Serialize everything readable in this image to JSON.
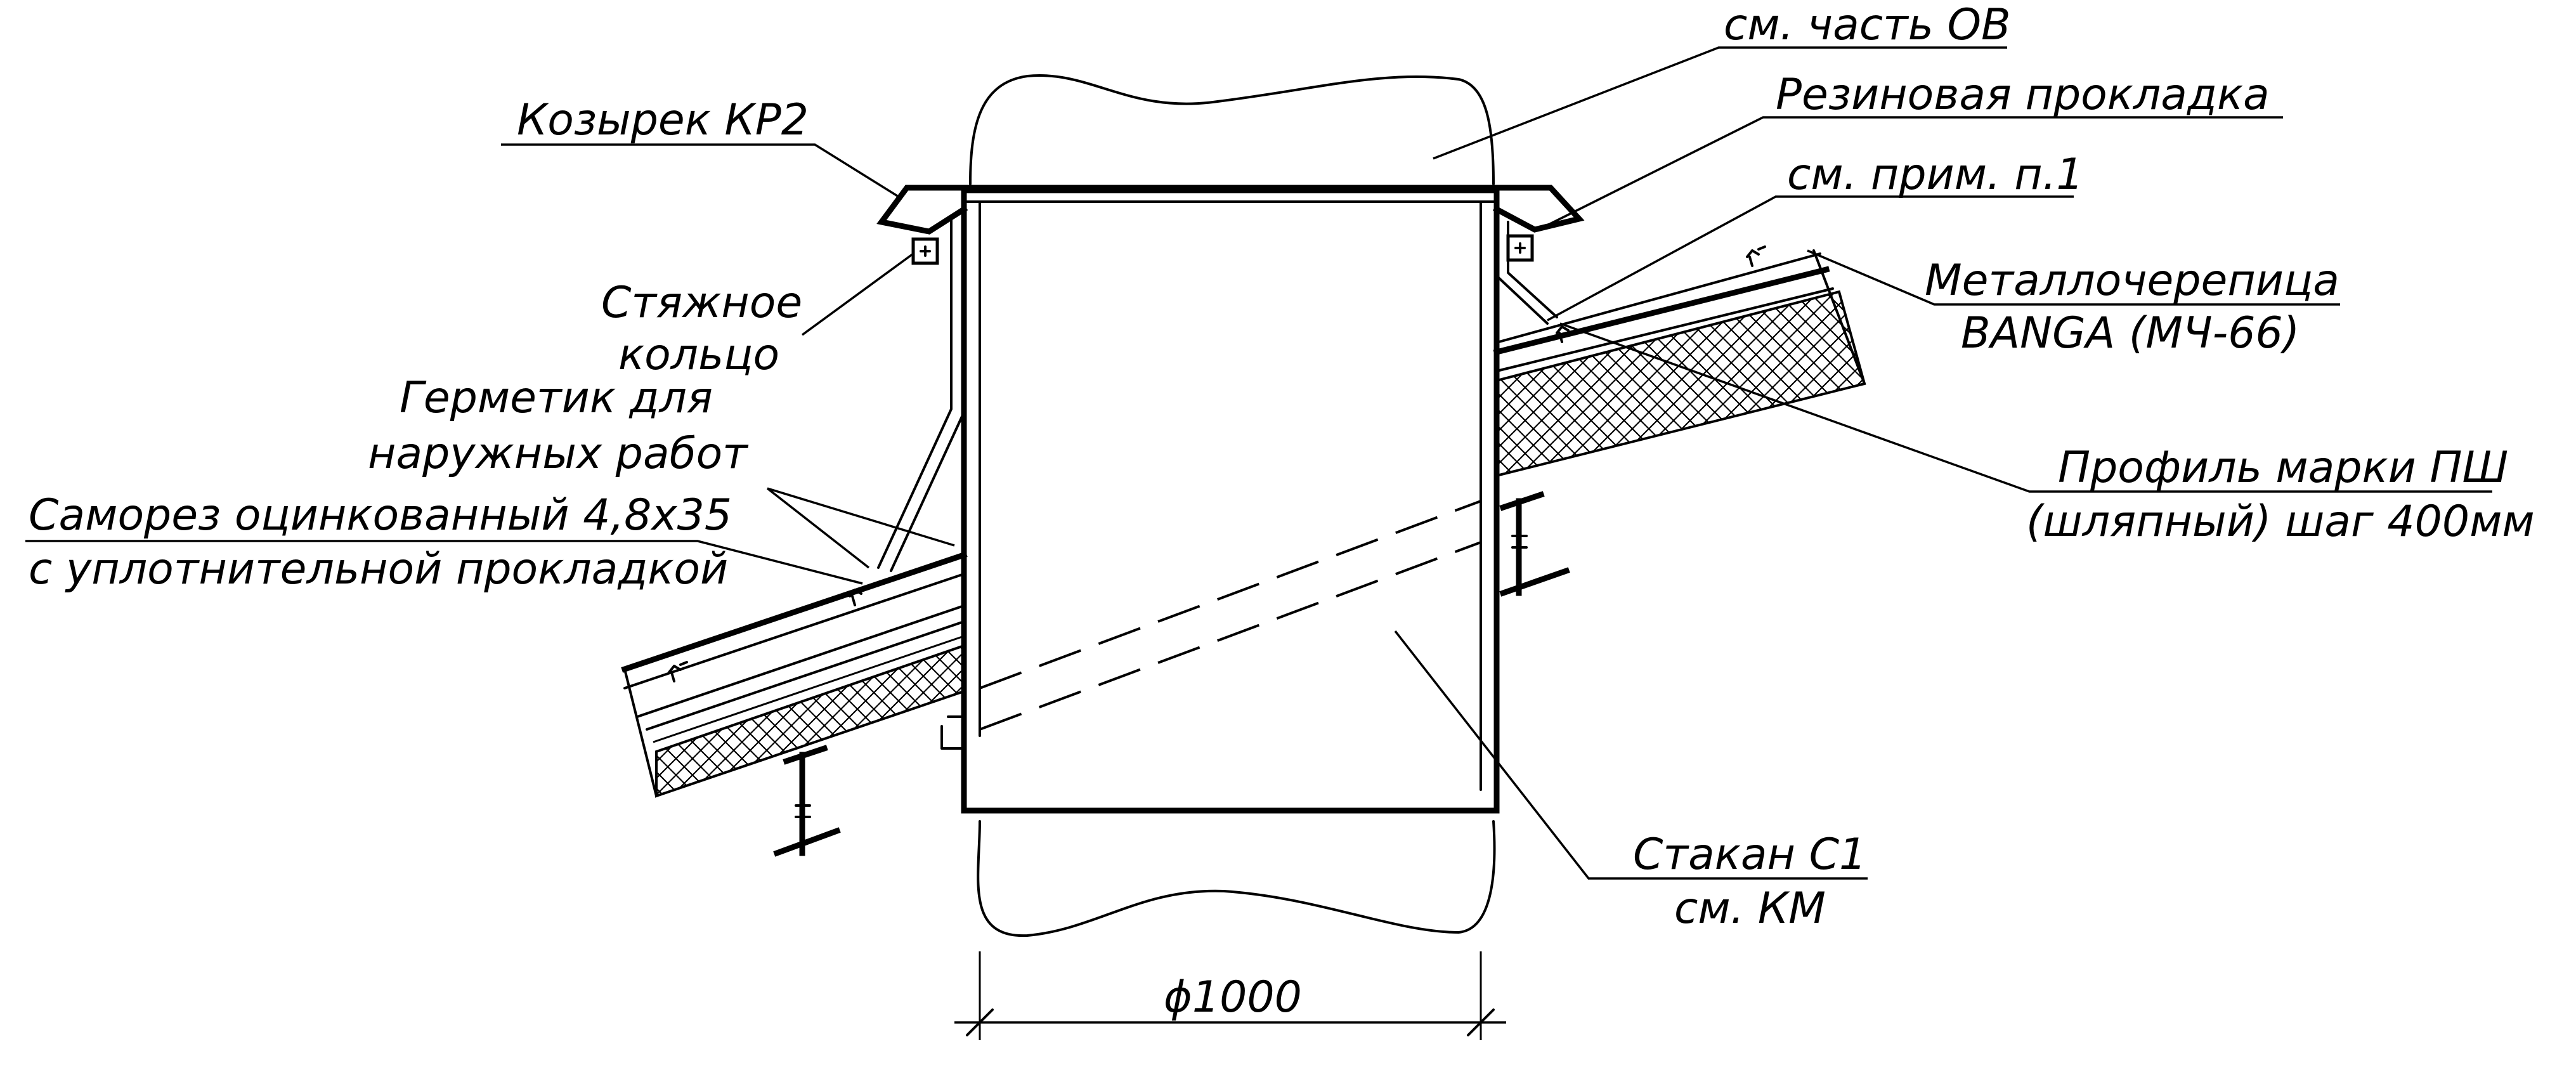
{
  "labels": {
    "see_ov": "см. часть ОВ",
    "visor": "Козырек КР2",
    "rubber_gasket": "Резиновая прокладка",
    "see_note": "см. прим. п.1",
    "clamp_ring_1": "Стяжное",
    "clamp_ring_2": "кольцо",
    "metal_tile_1": "Металлочерепица",
    "metal_tile_2": "BANGA (МЧ-66)",
    "sealant_1": "Герметик для",
    "sealant_2": "наружных работ",
    "screw_1": "Саморез оцинкованный 4,8х35",
    "screw_2": "с уплотнительной прокладкой",
    "profile_1": "Профиль марки ПШ",
    "profile_2": "(шляпный) шаг 400мм",
    "sleeve_1": "Стакан С1",
    "sleeve_2": "см. КМ",
    "diameter": "ϕ1000"
  }
}
